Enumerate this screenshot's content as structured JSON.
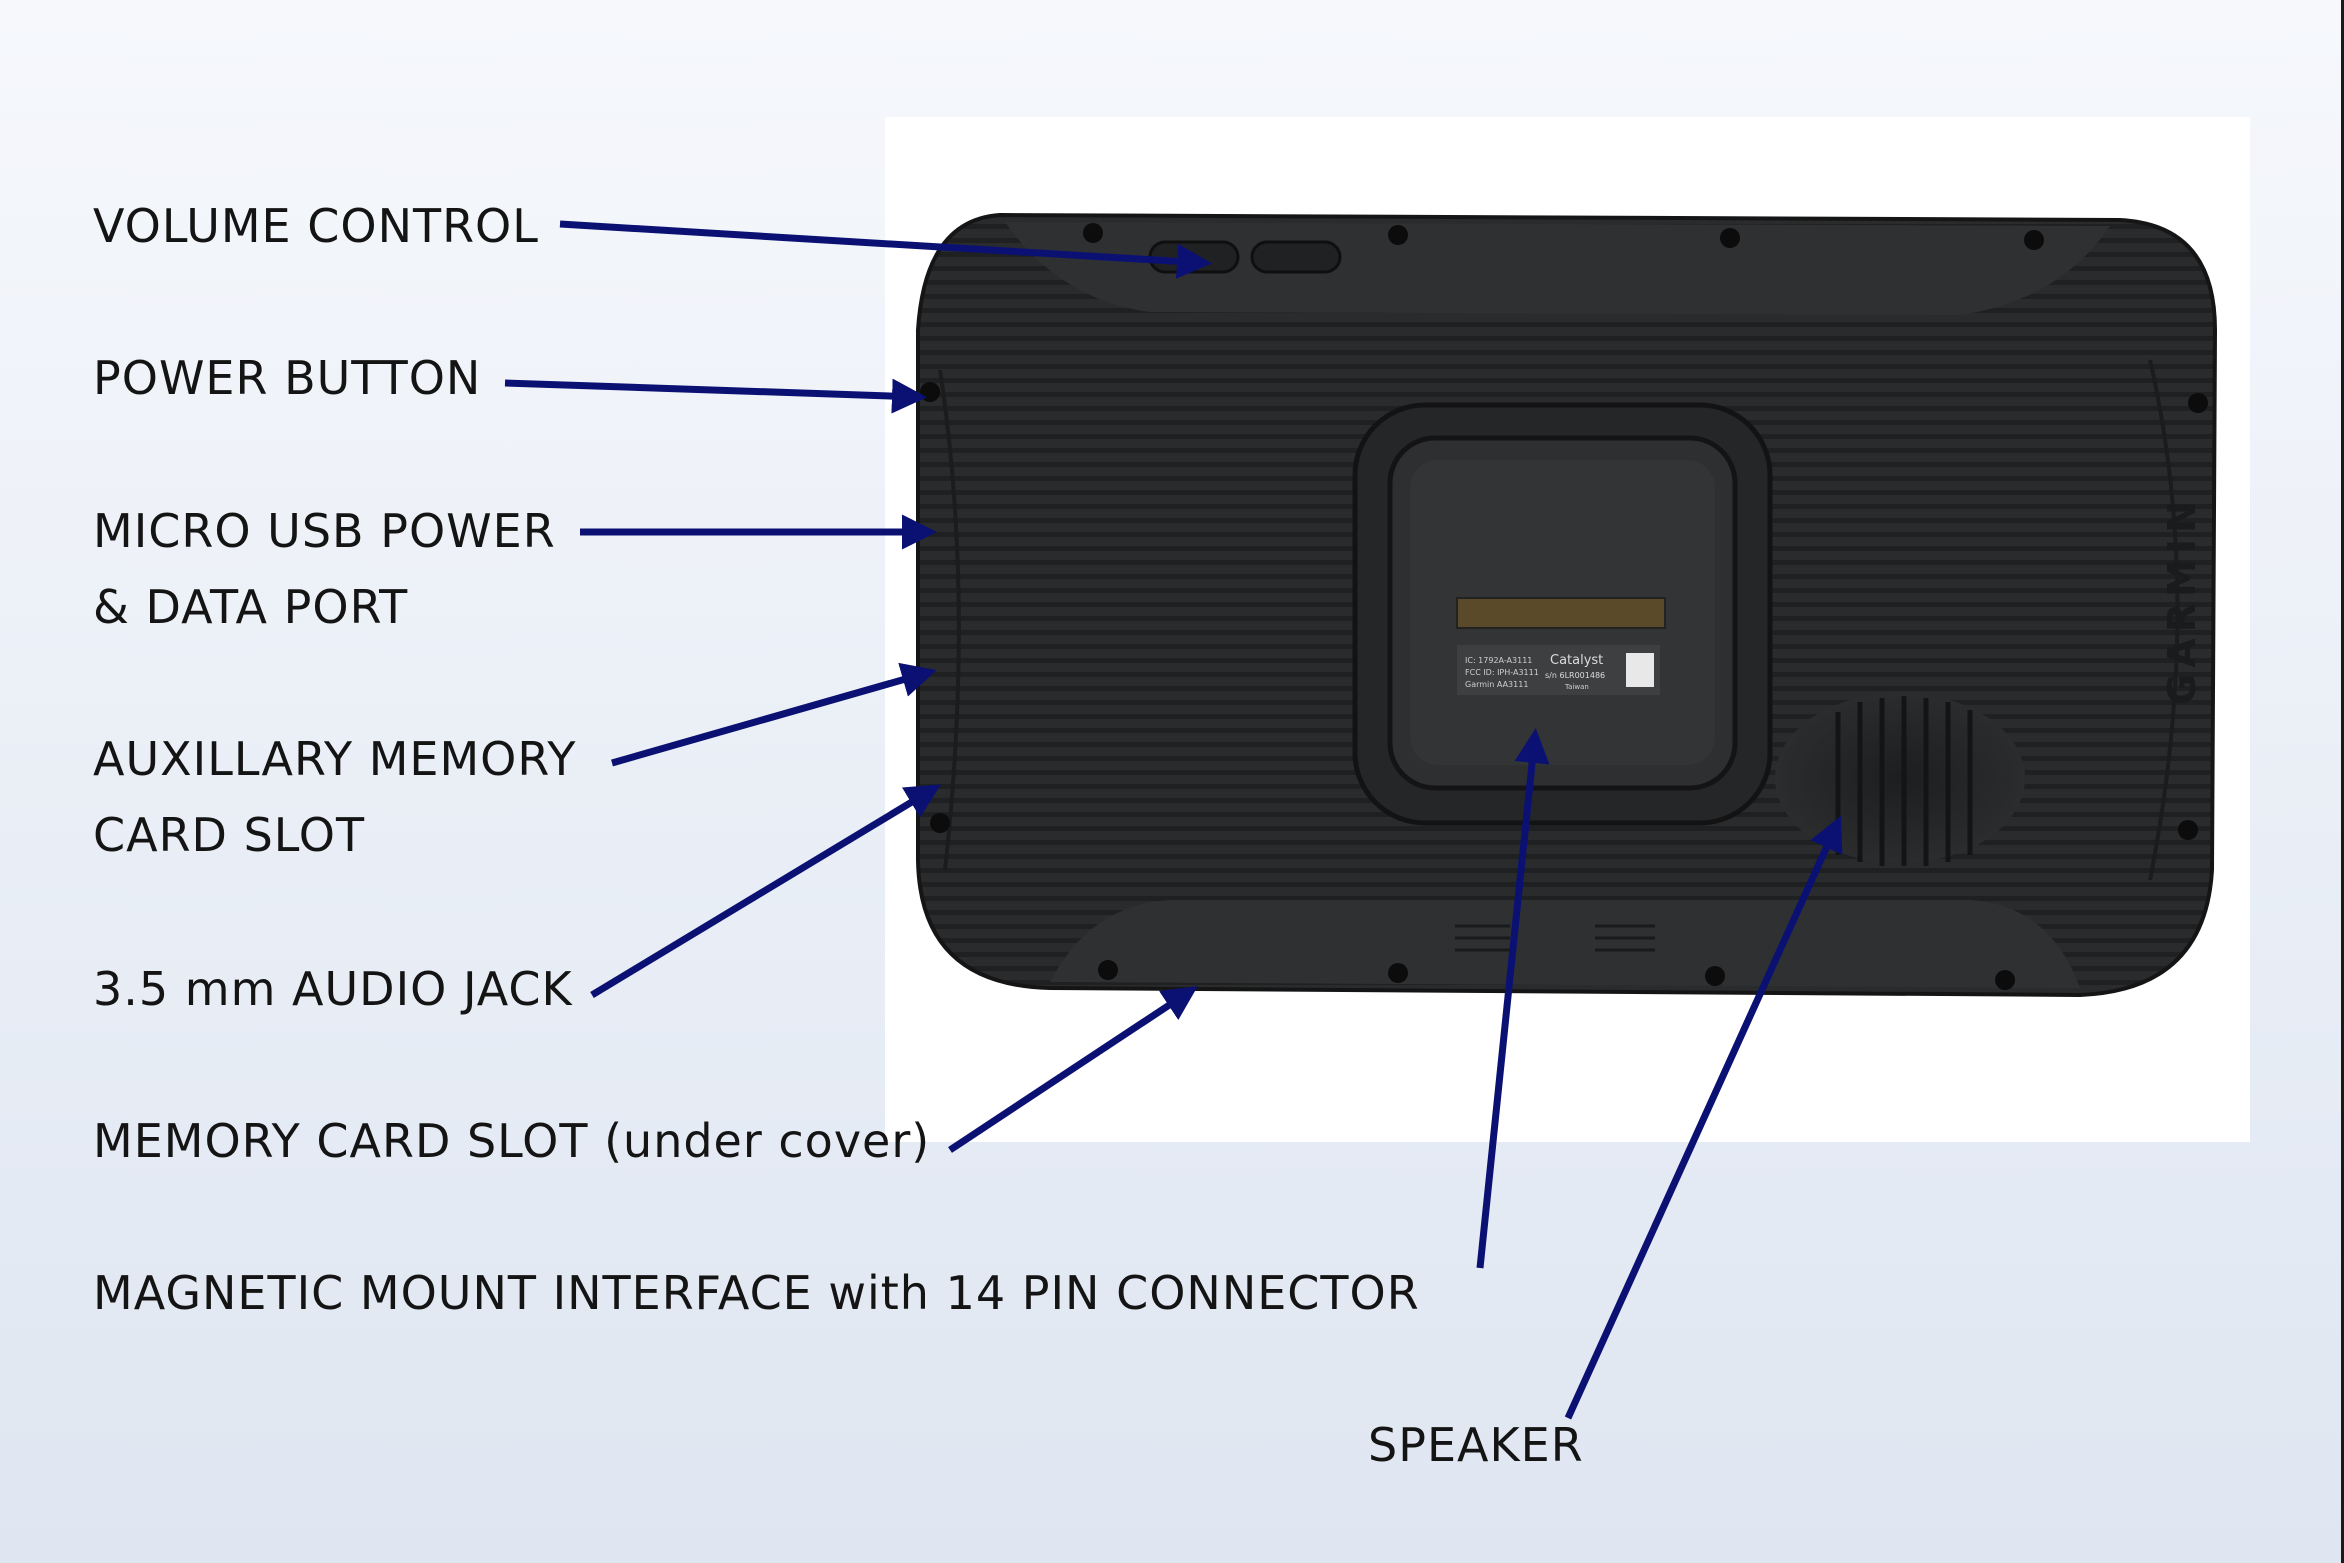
{
  "labels": {
    "volume_control": "VOLUME CONTROL",
    "power_button": "POWER BUTTON",
    "micro_usb_line1": "MICRO USB POWER",
    "micro_usb_line2": "& DATA PORT",
    "aux_memory_line1": "AUXILLARY MEMORY",
    "aux_memory_line2": "CARD SLOT",
    "audio_jack": "3.5 mm AUDIO JACK",
    "memory_card_slot": "MEMORY CARD SLOT (under cover)",
    "magnetic_mount": "MAGNETIC MOUNT INTERFACE with 14 PIN CONNECTOR",
    "speaker": "SPEAKER"
  },
  "device": {
    "brand": "GARMIN",
    "plate_model": "Catalyst",
    "plate_ic": "IC: 1792A-A3111",
    "plate_fcc": "FCC ID: IPH-A3111",
    "plate_garmin": "Garmin AA3111",
    "plate_serial": "s/n 6LR001486",
    "plate_origin": "Taiwan",
    "connector_pins": 14
  },
  "colors": {
    "arrow": "#0b1173",
    "device_body": "#2b2c2e",
    "label_text": "#141414"
  }
}
